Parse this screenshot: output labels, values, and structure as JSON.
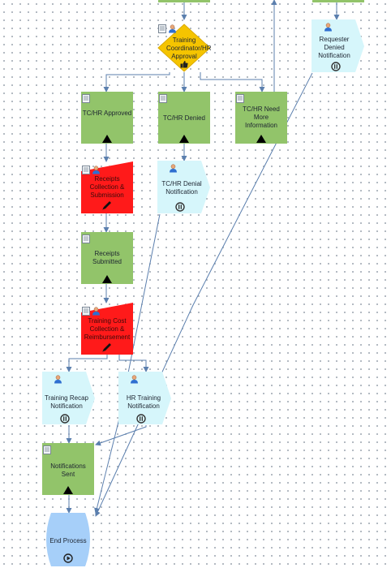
{
  "diagram": {
    "nodes": [
      {
        "id": "tc_hr_approval",
        "kind": "decision",
        "label": "Training Coordinator/HR Approval",
        "icons": [
          "document-icon",
          "user-icon"
        ],
        "glyph": "thumbs-up-icon"
      },
      {
        "id": "tc_hr_approved",
        "kind": "event",
        "label": "TC/HR Approved",
        "icons": [
          "document-icon"
        ],
        "glyph": "triangle-icon"
      },
      {
        "id": "tc_hr_denied",
        "kind": "event",
        "label": "TC/HR Denied",
        "icons": [
          "document-icon"
        ],
        "glyph": "triangle-icon"
      },
      {
        "id": "tc_hr_need_more_info",
        "kind": "event",
        "label": "TC/HR Need More Information",
        "icons": [
          "document-icon"
        ],
        "glyph": "triangle-icon"
      },
      {
        "id": "requester_denied_notification",
        "kind": "notification",
        "label": "Requester Denied Notification",
        "icons": [
          "user-icon"
        ],
        "glyph": "pause-icon"
      },
      {
        "id": "receipts_collection",
        "kind": "task",
        "label": "Receipts Collection & Submission",
        "icons": [
          "document-icon",
          "user-icon"
        ],
        "glyph": "pencil-icon"
      },
      {
        "id": "tc_hr_denial_notification",
        "kind": "notification",
        "label": "TC/HR Denial Notification",
        "icons": [
          "user-icon"
        ],
        "glyph": "pause-icon"
      },
      {
        "id": "receipts_submitted",
        "kind": "event",
        "label": "Receipts Submitted",
        "icons": [
          "document-icon"
        ],
        "glyph": "triangle-icon"
      },
      {
        "id": "training_cost_collection",
        "kind": "task",
        "label": "Training Cost Collection & Reimbursement",
        "icons": [
          "document-icon",
          "user-icon"
        ],
        "glyph": "pencil-icon"
      },
      {
        "id": "training_recap_notification",
        "kind": "notification",
        "label": "Training Recap Notification",
        "icons": [
          "user-icon"
        ],
        "glyph": "pause-icon"
      },
      {
        "id": "hr_training_notification",
        "kind": "notification",
        "label": "HR Training Notification",
        "icons": [
          "user-icon"
        ],
        "glyph": "pause-icon"
      },
      {
        "id": "notifications_sent",
        "kind": "event",
        "label": "Notifications Sent",
        "icons": [
          "document-icon"
        ],
        "glyph": "triangle-icon"
      },
      {
        "id": "end_process",
        "kind": "end",
        "label": "End Process",
        "icons": [],
        "glyph": "play-icon"
      }
    ],
    "colors": {
      "decision": "#f5c400",
      "event": "#92c46a",
      "task": "#ff1a1a",
      "notification": "#d6f6fb",
      "end": "#a6cff9",
      "connector": "#5b7fae"
    }
  }
}
